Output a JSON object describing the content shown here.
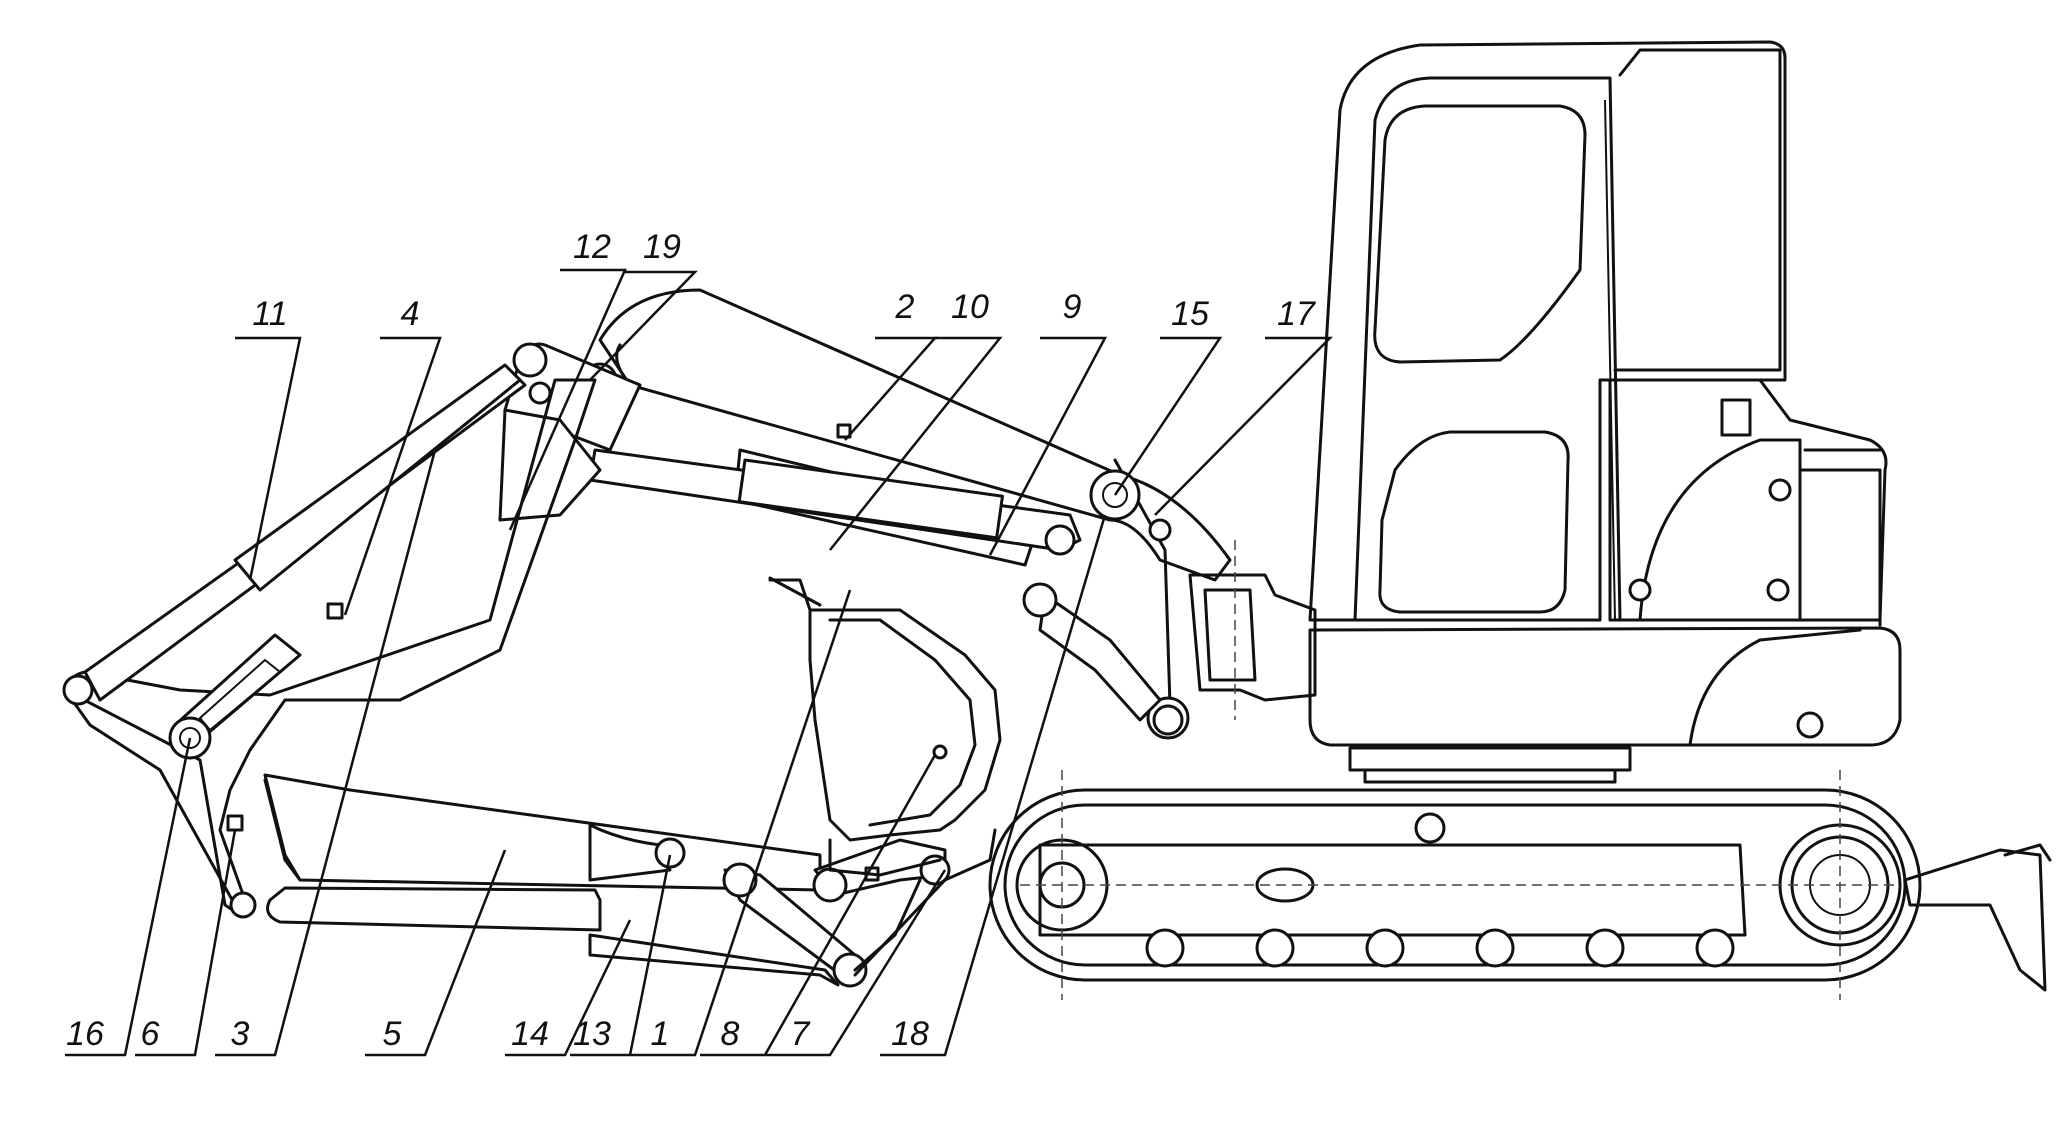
{
  "figure": {
    "part_labels": [
      "11",
      "4",
      "12",
      "19",
      "2",
      "10",
      "9",
      "15",
      "17",
      "16",
      "6",
      "3",
      "5",
      "14",
      "13",
      "1",
      "8",
      "7",
      "18"
    ]
  }
}
